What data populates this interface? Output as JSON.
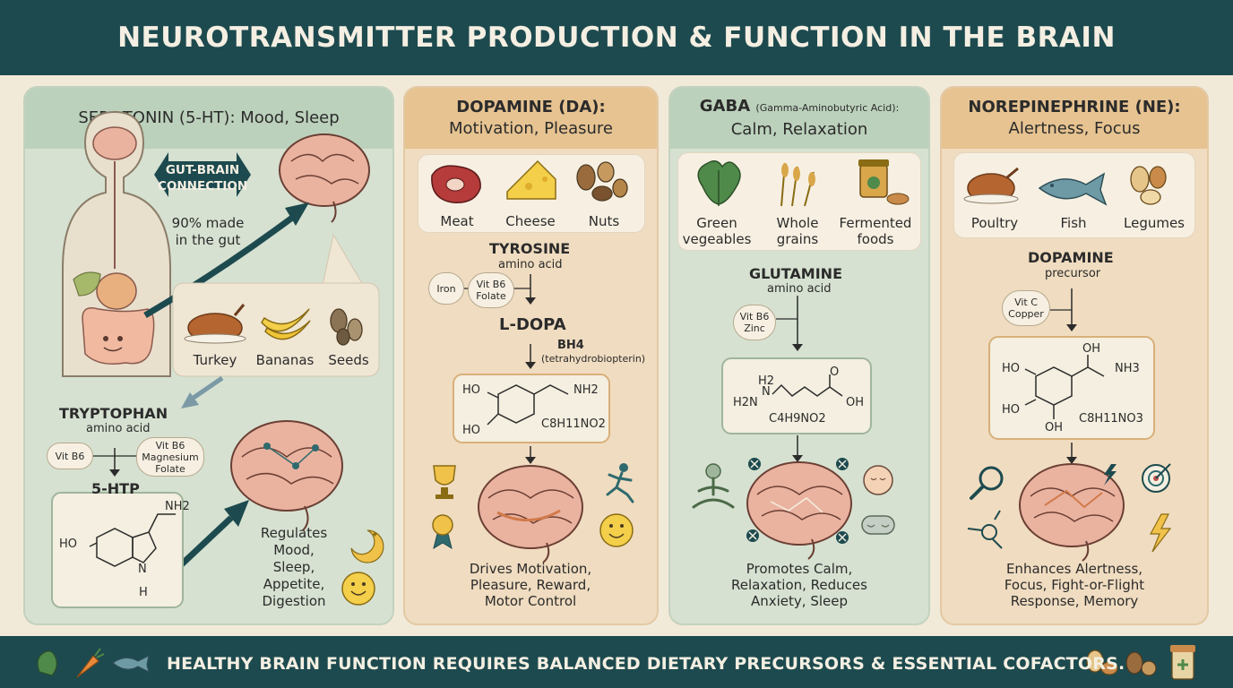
{
  "title": "NEUROTRANSMITTER PRODUCTION & FUNCTION IN THE BRAIN",
  "footer": "HEALTHY BRAIN FUNCTION REQUIRES BALANCED DIETARY PRECURSORS & ESSENTIAL COFACTORS.",
  "serotonin": {
    "title": "SEROTONIN (5-HT): Mood, Sleep",
    "gut_brain_1": "GUT-BRAIN",
    "gut_brain_2": "CONNECTION",
    "gut_note_1": "90% made",
    "gut_note_2": "in the gut",
    "foods": [
      "Turkey",
      "Bananas",
      "Seeds"
    ],
    "precursor": "TRYPTOPHAN",
    "precursor_type": "amino acid",
    "cofactor_a": "Vit B6",
    "cofactor_b": [
      "Vit B6",
      "Magnesium",
      "Folate"
    ],
    "intermediate": "5-HTP",
    "chem_nh2": "NH2",
    "chem_ho": "HO",
    "chem_h": "H",
    "chem_n": "N",
    "function": [
      "Regulates",
      "Mood,",
      "Sleep,",
      "Appetite,",
      "Digestion"
    ]
  },
  "dopamine": {
    "title_1": "DOPAMINE (DA):",
    "title_2": "Motivation, Pleasure",
    "foods": [
      "Meat",
      "Cheese",
      "Nuts"
    ],
    "precursor": "TYROSINE",
    "precursor_type": "amino acid",
    "cofactor_a": "Iron",
    "cofactor_b": [
      "Vit B6",
      "Folate"
    ],
    "intermediate": "L-DOPA",
    "cofactor_c": "BH4",
    "cofactor_c_full": "(tetrahydrobiopterin)",
    "chem_ho1": "HO",
    "chem_ho2": "HO",
    "chem_nh2": "NH2",
    "formula": "C8H11NO2",
    "function": [
      "Drives Motivation,",
      "Pleasure, Reward,",
      "Motor Control"
    ]
  },
  "gaba": {
    "title_bold": "GABA",
    "title_small": "(Gamma-Aminobutyric Acid):",
    "title_2": "Calm, Relaxation",
    "foods": [
      [
        "Green",
        "vegeables"
      ],
      [
        "Whole",
        "grains"
      ],
      [
        "Fermented",
        "foods"
      ]
    ],
    "precursor": "GLUTAMINE",
    "precursor_type": "amino acid",
    "cofactor": [
      "Vit B6",
      "Zinc"
    ],
    "chem_h2": "H2",
    "chem_n": "N",
    "chem_h2n": "H2N",
    "chem_o": "O",
    "chem_oh": "OH",
    "formula": "C4H9NO2",
    "function": [
      "Promotes Calm,",
      "Relaxation, Reduces",
      "Anxiety, Sleep"
    ]
  },
  "norepinephrine": {
    "title_1": "NOREPINEPHRINE (NE):",
    "title_2": "Alertness, Focus",
    "foods": [
      "Poultry",
      "Fish",
      "Legumes"
    ],
    "precursor": "DOPAMINE",
    "precursor_type": "precursor",
    "cofactor": [
      "Vit C",
      "Copper"
    ],
    "chem_oh": "OH",
    "chem_ho1": "HO",
    "chem_ho2": "HO",
    "chem_oh2": "OH",
    "chem_nh3": "NH3",
    "formula": "C8H11NO3",
    "function": [
      "Enhances Alertness,",
      "Focus, Fight-or-Flight",
      "Response, Memory"
    ]
  },
  "colors": {
    "header_bg": "#1d4a4f",
    "green_panel": "#d6e1d1",
    "tan_panel": "#f0dcc0",
    "brain_pink": "#eab3a0",
    "arrow_dark": "#1d4a4f"
  }
}
